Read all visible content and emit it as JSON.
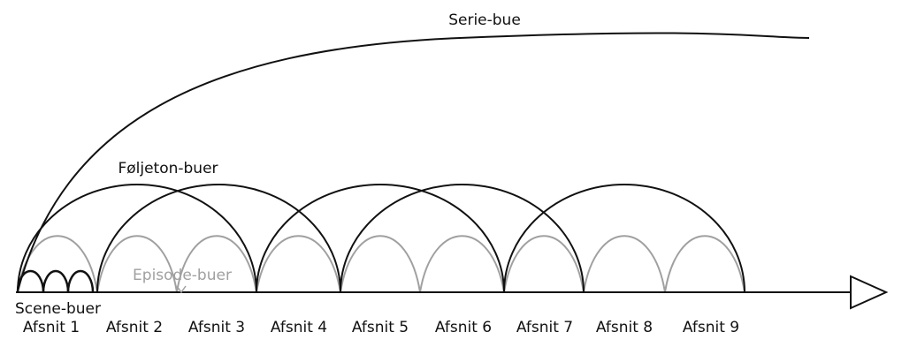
{
  "labels": {
    "series_arc": "Serie-bue",
    "serial_arcs": "Føljeton-buer",
    "episode_arcs": "Episode-buer",
    "scene_arcs": "Scene-buer"
  },
  "episodes": [
    "Afsnit 1",
    "Afsnit 2",
    "Afsnit 3",
    "Afsnit 4",
    "Afsnit 5",
    "Afsnit 6",
    "Afsnit 7",
    "Afsnit 8",
    "Afsnit 9"
  ],
  "colors": {
    "black_arcs": "#111111",
    "episode_arcs": "#a0a0a0"
  }
}
